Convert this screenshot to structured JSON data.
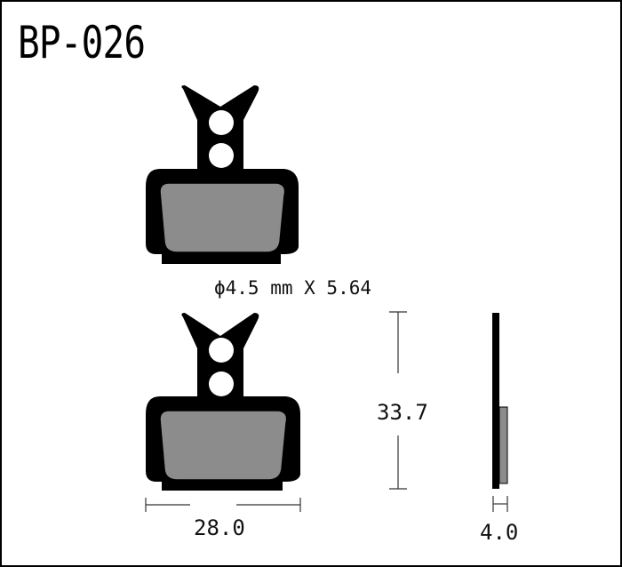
{
  "title": "BP-026",
  "hole_spec": "ϕ4.5 mm X 5.64",
  "dimensions": {
    "height": "33.7",
    "width": "28.0",
    "thickness": "4.0"
  },
  "colors": {
    "backing_plate": "#000000",
    "friction_pad": "#8c8c8c",
    "dimension_line": "#333333",
    "background": "#ffffff"
  }
}
